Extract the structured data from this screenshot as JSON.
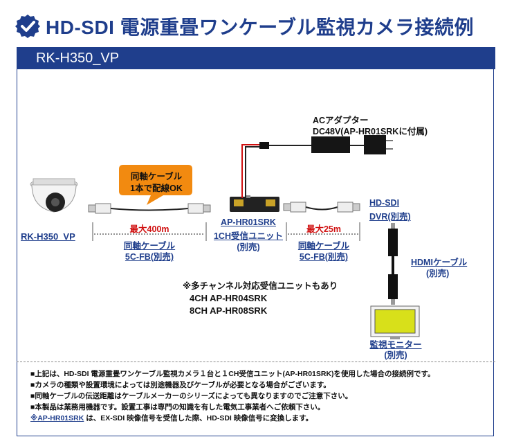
{
  "header": {
    "title": "HD-SDI 電源重畳ワンケーブル監視カメラ接続例",
    "model_band": "RK-H350_VP"
  },
  "diagram": {
    "camera_label": "RK-H350_VP",
    "callout_line1": "同軸ケーブル",
    "callout_line2": "1本で配線OK",
    "distance_1": "最大400m",
    "cable_1_line1": "同軸ケーブル",
    "cable_1_line2": "5C-FB(別売)",
    "receiver_line1": "AP-HR01SRK",
    "receiver_line2": "1CH受信ユニット",
    "receiver_line3": "(別売)",
    "distance_2": "最大25m",
    "cable_2_line1": "同軸ケーブル",
    "cable_2_line2": "5C-FB(別売)",
    "adapter_line1": "ACアダプター",
    "adapter_line2": "DC48V(AP-HR01SRKに付属)",
    "dvr_line1": "HD-SDI",
    "dvr_line2": "DVR(別売)",
    "hdmi_line1": "HDMIケーブル",
    "hdmi_line2": "(別売)",
    "monitor_line1": "監視モニター",
    "monitor_line2": "(別売)",
    "multi_note": "※多チャンネル対応受信ユニットもあり",
    "multi_4ch": "4CH AP-HR04SRK",
    "multi_8ch": "8CH AP-HR08SRK"
  },
  "notes": {
    "n1": "■上記は、HD-SDI 電源重畳ワンケーブル監視カメラ１台と１CH受信ユニット(AP-HR01SRK)を使用した場合の接続例です。",
    "n2": "■カメラの種類や設置環境によっては別途機器及びケーブルが必要となる場合がございます。",
    "n3": "■同軸ケーブルの伝送距離はケーブルメーカーのシリーズによっても異なりますのでご注意下さい。",
    "n4": "■本製品は業務用機器です。設置工事は専門の知識を有した電気工事業者へご依頼下さい。",
    "n5_link": "※AP-HR01SRK",
    "n5_rest": " は、EX-SDI 映像信号を受信した際、HD-SDI 映像信号に変換します。"
  },
  "colors": {
    "brand": "#1f3e8c",
    "accent_red": "#d01010",
    "callout": "#f28a10",
    "screen": "#d8e01a"
  }
}
